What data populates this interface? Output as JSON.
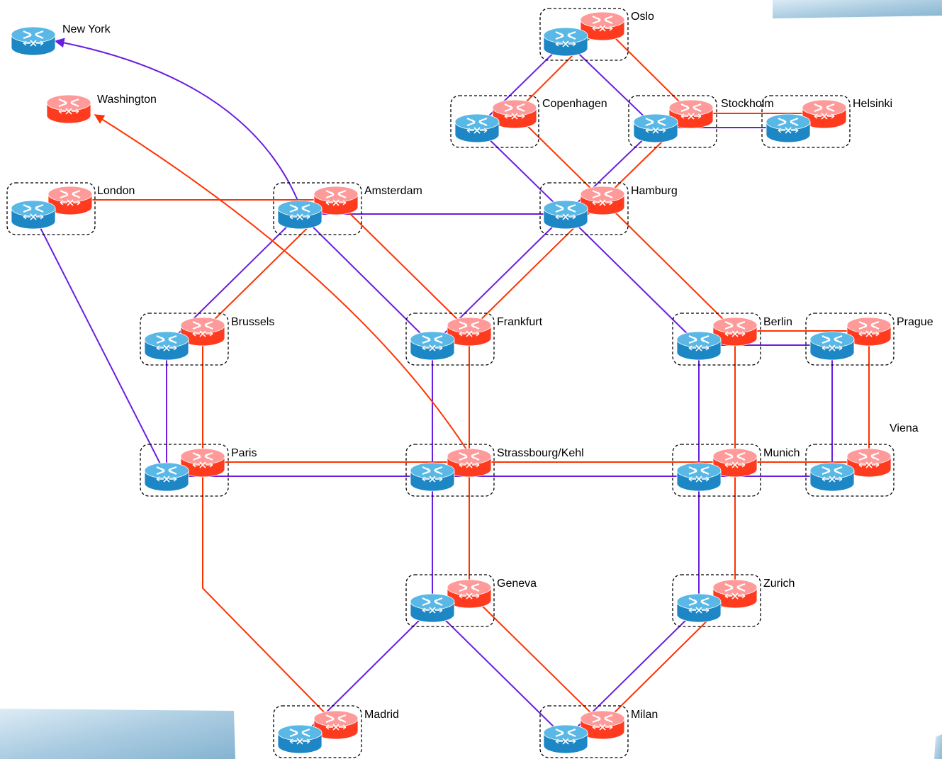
{
  "colors": {
    "blue_link": "#6a1ee0",
    "red_link": "#ff3300",
    "blue_router_top": "#5ab8e6",
    "blue_router_side": "#1d86c4",
    "red_router_top": "#ff9a9a",
    "red_router_side": "#ff3b1f"
  },
  "nodes": [
    {
      "id": "newyork",
      "label": "New York"
    },
    {
      "id": "washington",
      "label": "Washington"
    },
    {
      "id": "oslo",
      "label": "Oslo"
    },
    {
      "id": "copenhagen",
      "label": "Copenhagen"
    },
    {
      "id": "stockholm",
      "label": "Stockholm"
    },
    {
      "id": "helsinki",
      "label": "Helsinki"
    },
    {
      "id": "london",
      "label": "London"
    },
    {
      "id": "amsterdam",
      "label": "Amsterdam"
    },
    {
      "id": "hamburg",
      "label": "Hamburg"
    },
    {
      "id": "brussels",
      "label": "Brussels"
    },
    {
      "id": "frankfurt",
      "label": "Frankfurt"
    },
    {
      "id": "berlin",
      "label": "Berlin"
    },
    {
      "id": "prague",
      "label": "Prague"
    },
    {
      "id": "vienna",
      "label": "Viena"
    },
    {
      "id": "paris",
      "label": "Paris"
    },
    {
      "id": "strasbourg",
      "label": "Strassbourg/Kehl"
    },
    {
      "id": "munich",
      "label": "Munich"
    },
    {
      "id": "geneva",
      "label": "Geneva"
    },
    {
      "id": "zurich",
      "label": "Zurich"
    },
    {
      "id": "madrid",
      "label": "Madrid"
    },
    {
      "id": "milan",
      "label": "Milan"
    }
  ],
  "links": {
    "blue": [
      [
        "amsterdam",
        "newyork"
      ],
      [
        "oslo",
        "copenhagen"
      ],
      [
        "oslo",
        "stockholm"
      ],
      [
        "copenhagen",
        "hamburg"
      ],
      [
        "stockholm",
        "hamburg"
      ],
      [
        "stockholm",
        "helsinki"
      ],
      [
        "amsterdam",
        "hamburg"
      ],
      [
        "amsterdam",
        "brussels"
      ],
      [
        "amsterdam",
        "frankfurt"
      ],
      [
        "hamburg",
        "frankfurt"
      ],
      [
        "hamburg",
        "berlin"
      ],
      [
        "london",
        "paris"
      ],
      [
        "brussels",
        "paris"
      ],
      [
        "frankfurt",
        "strasbourg"
      ],
      [
        "berlin",
        "munich"
      ],
      [
        "berlin",
        "prague"
      ],
      [
        "prague",
        "vienna"
      ],
      [
        "paris",
        "strasbourg"
      ],
      [
        "strasbourg",
        "munich"
      ],
      [
        "munich",
        "vienna"
      ],
      [
        "strasbourg",
        "geneva"
      ],
      [
        "munich",
        "zurich"
      ],
      [
        "geneva",
        "madrid"
      ],
      [
        "geneva",
        "milan"
      ],
      [
        "zurich",
        "milan"
      ]
    ],
    "red": [
      [
        "strasbourg",
        "washington"
      ],
      [
        "oslo",
        "copenhagen"
      ],
      [
        "oslo",
        "stockholm"
      ],
      [
        "copenhagen",
        "hamburg"
      ],
      [
        "stockholm",
        "hamburg"
      ],
      [
        "stockholm",
        "helsinki"
      ],
      [
        "london",
        "amsterdam"
      ],
      [
        "amsterdam",
        "brussels"
      ],
      [
        "amsterdam",
        "frankfurt"
      ],
      [
        "hamburg",
        "frankfurt"
      ],
      [
        "hamburg",
        "berlin"
      ],
      [
        "brussels",
        "paris"
      ],
      [
        "frankfurt",
        "strasbourg"
      ],
      [
        "berlin",
        "munich"
      ],
      [
        "berlin",
        "prague"
      ],
      [
        "prague",
        "vienna"
      ],
      [
        "paris",
        "strasbourg"
      ],
      [
        "strasbourg",
        "munich"
      ],
      [
        "munich",
        "vienna"
      ],
      [
        "strasbourg",
        "geneva"
      ],
      [
        "munich",
        "zurich"
      ],
      [
        "paris",
        "madrid"
      ],
      [
        "geneva",
        "milan"
      ],
      [
        "zurich",
        "milan"
      ]
    ]
  }
}
